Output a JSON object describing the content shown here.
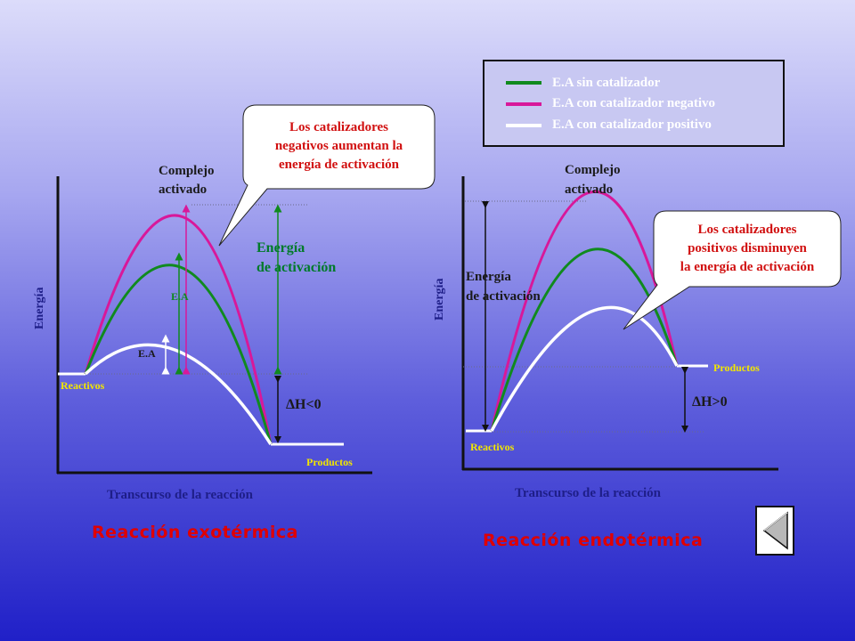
{
  "legend": {
    "items": [
      {
        "label": "E.A sin catalizador",
        "color": "#108a1e"
      },
      {
        "label": "E.A con catalizador negativo",
        "color": "#d8189a"
      },
      {
        "label": "E.A con catalizador positivo",
        "color": "#ffffff"
      }
    ]
  },
  "exothermic": {
    "y_axis_label": "Energía",
    "x_axis_label": "Transcurso de la reacción",
    "title": "Reacción exotérmica",
    "complex_label": "Complejo\nactivado",
    "activation_label": "Energía\nde activación",
    "ea_label_green": "E.A",
    "ea_label_white": "E.A",
    "reactants": "Reactivos",
    "products": "Productos",
    "delta_h": "ΔH<0",
    "callout": "Los catalizadores\nnegativos aumentan la\nenergía de activación"
  },
  "endothermic": {
    "y_axis_label": "Energía",
    "x_axis_label": "Transcurso de la reacción",
    "title": "Reacción endotérmica",
    "complex_label": "Complejo\nactivado",
    "activation_label": "Energía\nde activación",
    "reactants": "Reactivos",
    "products": "Productos",
    "delta_h": "ΔH>0",
    "callout": "Los catalizadores\npositivos disminuyen\nla energía de activación"
  },
  "colors": {
    "no_catalyst": "#108a1e",
    "negative_catalyst": "#d8189a",
    "positive_catalyst": "#ffffff",
    "callout_text": "#d11010",
    "title": "#e00000"
  },
  "icons": {
    "nav_button": "left-triangle-icon"
  }
}
